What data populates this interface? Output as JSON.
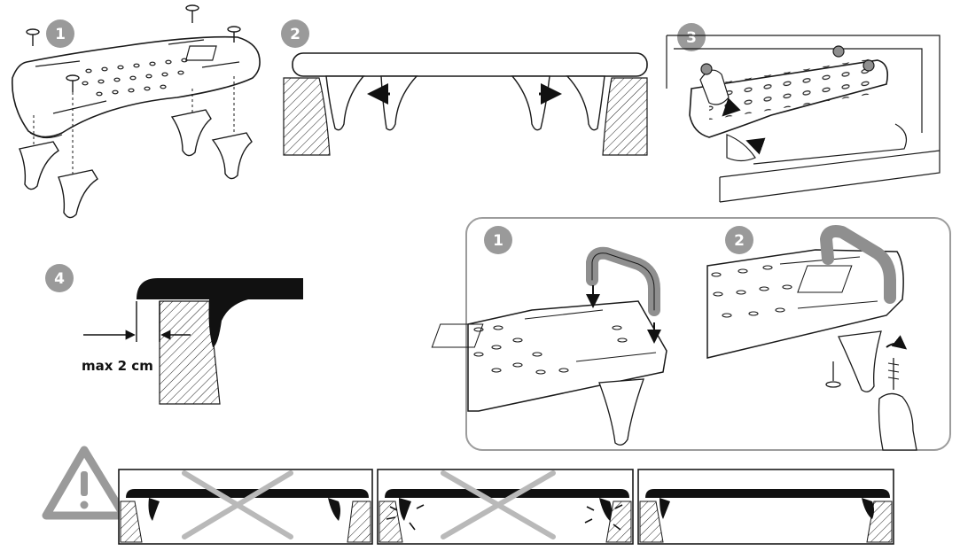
{
  "steps": {
    "step1": "1",
    "step2": "2",
    "step3": "3",
    "step4": "4"
  },
  "handle_steps": {
    "step1": "1",
    "step2": "2"
  },
  "gap_label": "max 2 cm",
  "colors": {
    "badge": "#9a9a9a",
    "line": "#1a1a1a",
    "cross": "#b9b9b9",
    "warning": "#9a9a9a",
    "panel_border": "#9c9c9c",
    "handle": "#8f8f8f"
  },
  "icons": [
    "screw-icon",
    "bracket-icon",
    "arrow-icon",
    "warning-triangle-icon",
    "cross-icon",
    "hand-icon"
  ]
}
